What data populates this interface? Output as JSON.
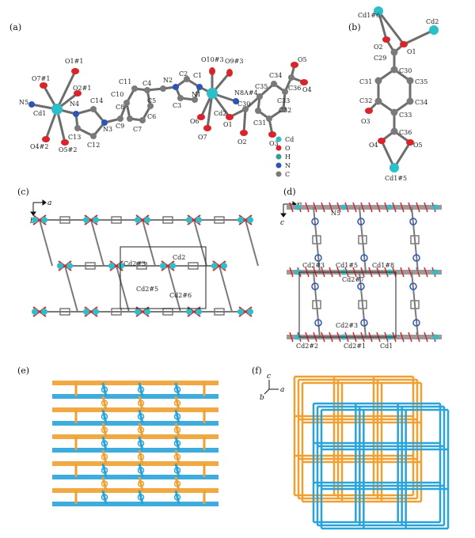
{
  "panels": [
    {
      "id": "a",
      "label": "(a)"
    },
    {
      "id": "b",
      "label": "(b)"
    },
    {
      "id": "c",
      "label": "(c)"
    },
    {
      "id": "d",
      "label": "(d)"
    },
    {
      "id": "e",
      "label": "(e)"
    },
    {
      "id": "f",
      "label": "(f)"
    }
  ],
  "panel_a": {
    "atom_labels": [
      "O1#1",
      "O7#1",
      "O2#1",
      "N5",
      "Cd1",
      "N4",
      "C14",
      "O4#2",
      "O5#2",
      "C13",
      "C12",
      "N3",
      "C9",
      "C8",
      "C10",
      "C11",
      "C7",
      "C6",
      "C5",
      "C4",
      "N2",
      "C2",
      "C1",
      "C3",
      "N1",
      "O10#3",
      "O9#3",
      "N8A#4",
      "O6",
      "Cd2",
      "C30",
      "O1",
      "O7",
      "O2",
      "C31",
      "C33",
      "C32",
      "C35",
      "C34",
      "C36",
      "O5",
      "O4",
      "O3"
    ],
    "legend": [
      "Cd",
      "O",
      "H",
      "N",
      "C"
    ],
    "legend_colors": [
      "#2bbfc9",
      "#d8242a",
      "#3d9a8e",
      "#2b56b8",
      "#7a7a7a"
    ]
  },
  "panel_b": {
    "atom_labels": [
      "Cd1#6",
      "Cd2",
      "O2",
      "O1",
      "C29",
      "C30",
      "C31",
      "C35",
      "C32",
      "C34",
      "O3",
      "C33",
      "C36",
      "O4",
      "O5",
      "Cd1#5"
    ]
  },
  "panel_c": {
    "axes": [
      "a",
      "b"
    ],
    "atom_labels": [
      "Cd2#3",
      "Cd2",
      "Cd2#5",
      "Cd2#6"
    ]
  },
  "panel_d": {
    "axes": [
      "a",
      "c"
    ],
    "atom_labels": [
      "N5",
      "Cd2#3",
      "Cd1#5",
      "Cd1#8",
      "Cd2#7",
      "Cd2#3",
      "Cd2#2",
      "Cd2#1",
      "Cd1"
    ]
  },
  "panel_f": {
    "axes": [
      "c",
      "a",
      "b"
    ]
  },
  "colors": {
    "cd": "#2bbfc9",
    "o": "#d8242a",
    "n": "#2b56b8",
    "c": "#7a7a7a",
    "net1": "#f0a030",
    "net2": "#29a3d8"
  }
}
